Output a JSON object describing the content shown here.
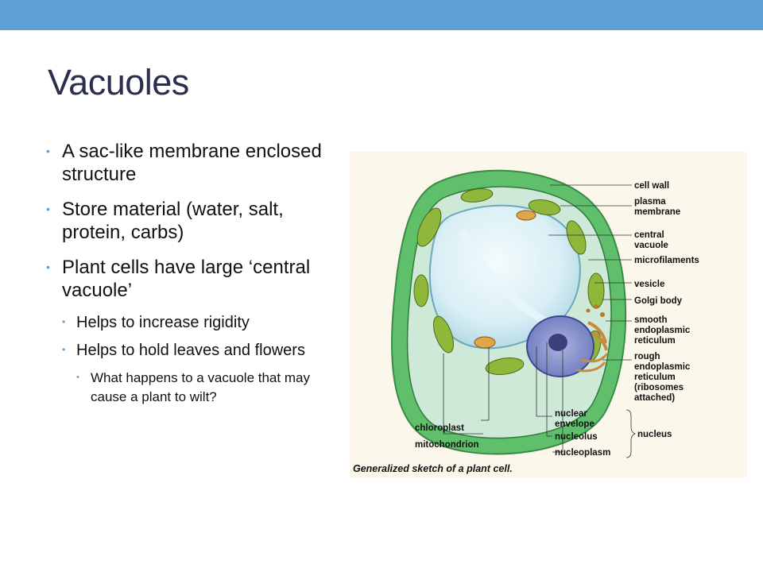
{
  "slide": {
    "title": "Vacuoles",
    "bullets": [
      "A sac-like membrane enclosed structure",
      "Store material (water, salt, protein, carbs)",
      "Plant cells have large ‘central vacuole’"
    ],
    "sub_bullets": [
      "Helps to increase rigidity",
      "Helps to hold leaves and flowers"
    ],
    "sub_sub_bullets": [
      "What happens to a vacuole that may cause a plant to wilt?"
    ],
    "bullet_color": "#5fa0d6",
    "title_color": "#2a2e4f",
    "topbar_color": "#5fa0d6"
  },
  "figure": {
    "caption": "Generalized sketch of a plant cell.",
    "right_labels": {
      "cell_wall": "cell wall",
      "plasma_1": "plasma",
      "plasma_2": "membrane",
      "central_1": "central",
      "central_2": "vacuole",
      "microfilaments": "microfilaments",
      "vesicle": "vesicle",
      "golgi": "Golgi body",
      "smooth_1": "smooth",
      "smooth_2": "endoplasmic",
      "smooth_3": "reticulum",
      "rough_1": "rough",
      "rough_2": "endoplasmic",
      "rough_3": "reticulum",
      "rough_4": "(ribosomes",
      "rough_5": "attached)",
      "nuclear_1": "nuclear",
      "nuclear_2": "envelope",
      "nucleolus": "nucleolus",
      "nucleoplasm": "nucleoplasm",
      "nucleus": "nucleus"
    },
    "left_labels": {
      "chloroplast": "chloroplast",
      "mitochondrion": "mitochondrion"
    }
  }
}
